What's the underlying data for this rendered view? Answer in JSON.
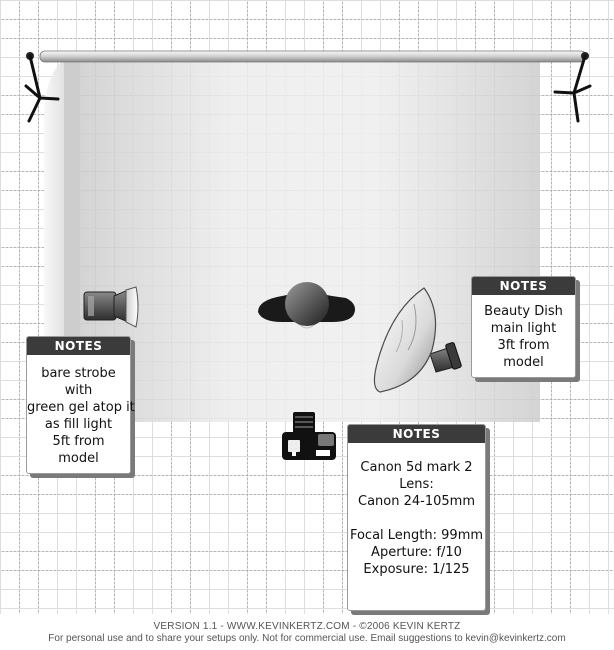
{
  "notes": {
    "fill_light": {
      "header": "NOTES",
      "lines": [
        "bare strobe",
        "with",
        "green gel atop it",
        "as fill light",
        "5ft from",
        "model"
      ]
    },
    "main_light": {
      "header": "NOTES",
      "lines": [
        "Beauty Dish",
        "main light",
        "3ft from",
        "model"
      ]
    },
    "camera": {
      "header": "NOTES",
      "lines": [
        "Canon 5d mark 2",
        "Lens:",
        "Canon 24-105mm",
        "",
        "Focal Length: 99mm",
        "Aperture: f/10",
        "Exposure: 1/125"
      ]
    }
  },
  "footer": {
    "line1": "VERSION 1.1   -   WWW.KEVINKERTZ.COM   -   ©2006 KEVIN KERTZ",
    "line2": "For personal use and to share your setups only. Not for commercial use.  Email suggestions to kevin@kevinkertz.com"
  },
  "colors": {
    "note_header_bg": "#3b3b3b",
    "grid_line": "#b5b5b5",
    "backdrop": "#e6e6e6"
  }
}
